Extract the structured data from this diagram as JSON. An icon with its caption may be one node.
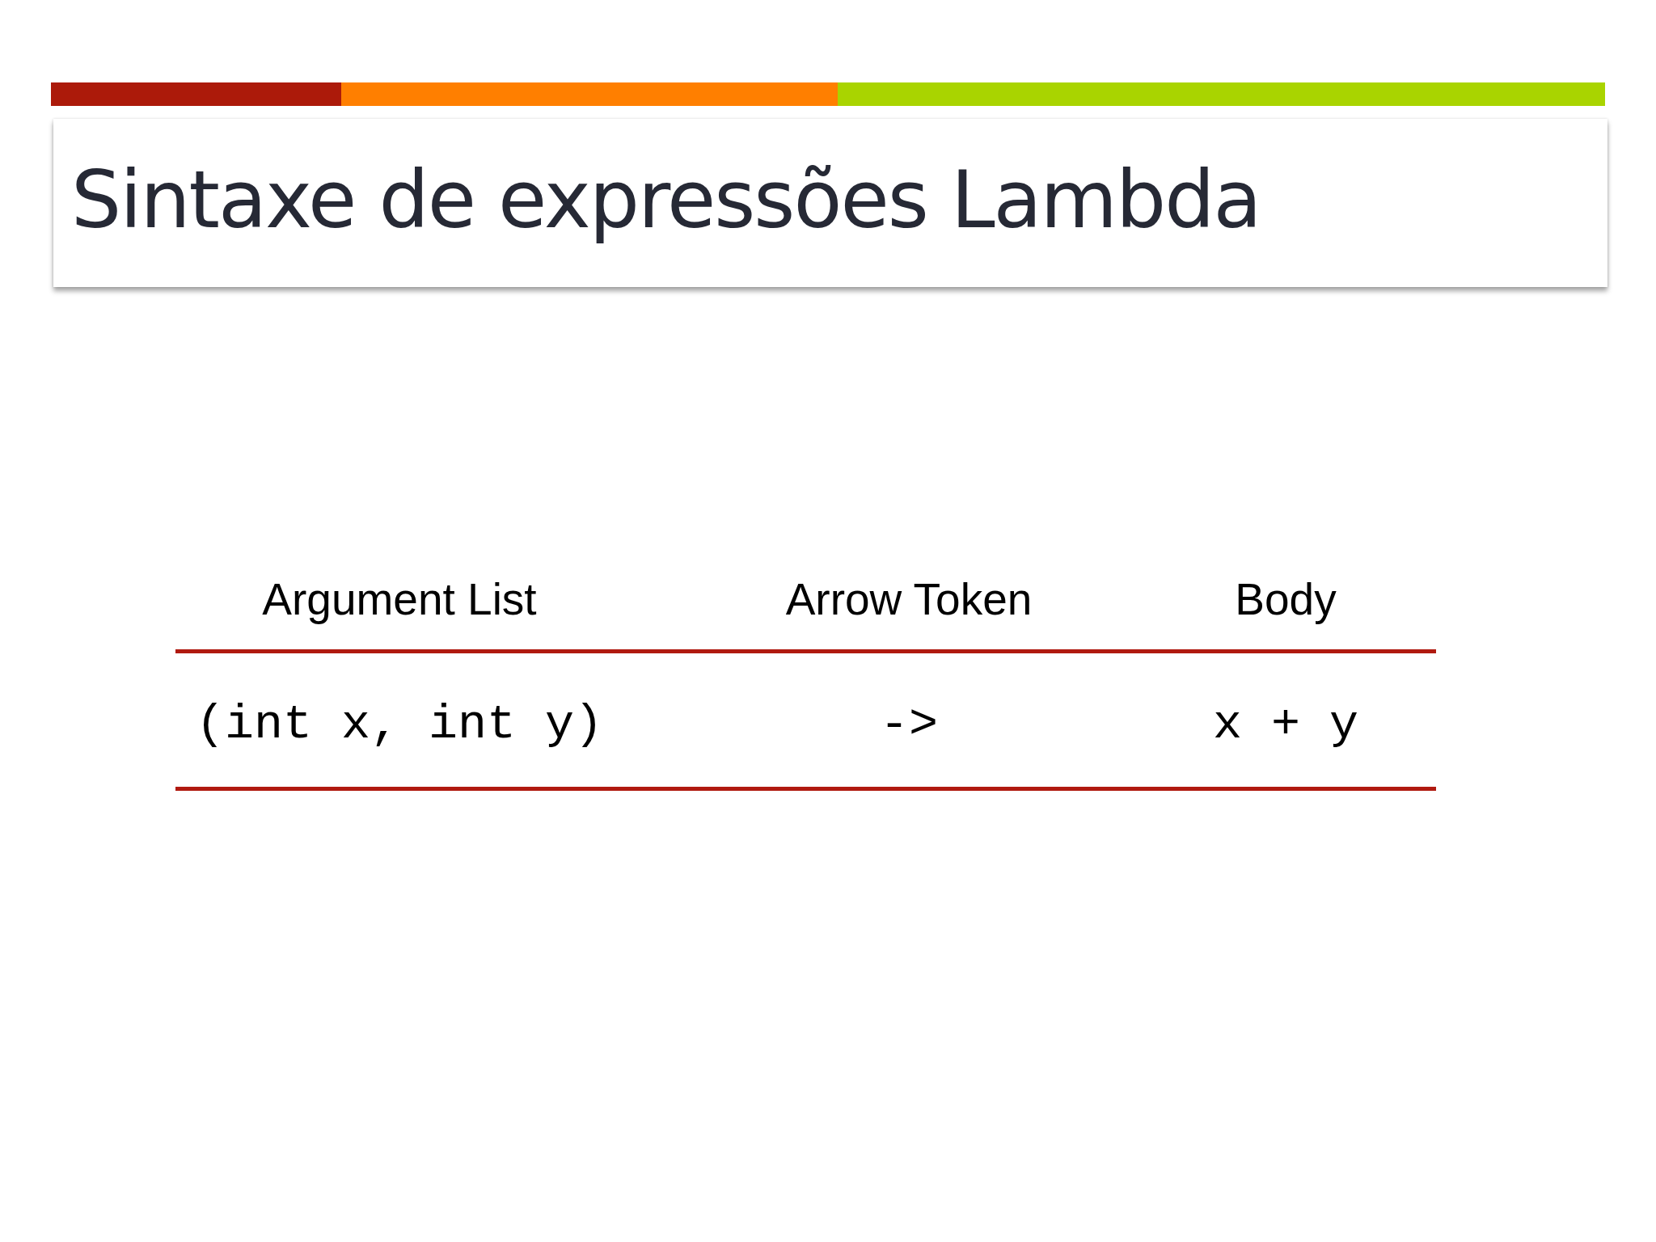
{
  "diagram": {
    "title": "Sintaxe de expressões Lambda",
    "labels": [
      "Argument List",
      "Arrow Token",
      "Body",
      "(int x, int y)",
      "->",
      "x + y"
    ]
  }
}
